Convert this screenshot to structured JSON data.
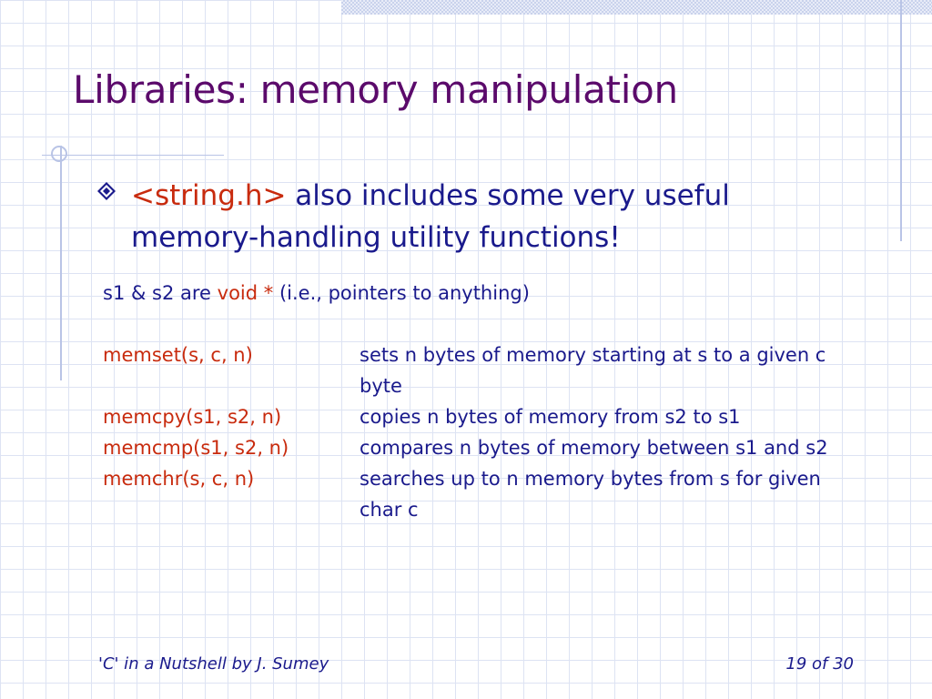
{
  "slide": {
    "title": "Libraries: memory manipulation",
    "bullet": {
      "header_code": "<string.h>",
      "line1_rest": " also includes some very useful",
      "line2": "memory-handling utility functions!"
    },
    "pointer_note": {
      "prefix": "s1 & s2 are ",
      "type": "void *",
      "suffix": " (i.e., pointers to anything)"
    },
    "functions": [
      {
        "name": "memset(s, c, n)",
        "description": "sets n bytes of memory starting at s to a given c byte"
      },
      {
        "name": "memcpy(s1, s2, n)",
        "description": "copies n bytes of memory from s2 to s1"
      },
      {
        "name": "memcmp(s1, s2, n)",
        "description": "compares n bytes of memory between s1 and s2"
      },
      {
        "name": "memchr(s, c, n)",
        "description": "searches up to n memory bytes from s for given char c"
      }
    ],
    "footer": {
      "credit": "'C' in a Nutshell by J. Sumey",
      "page": "19 of 30"
    },
    "colors": {
      "title": "#5b0a6b",
      "text": "#1a1a8c",
      "code": "#c82b0e",
      "grid": "#dde3f3"
    },
    "icons": {
      "bullet": "diamond-icon"
    }
  }
}
